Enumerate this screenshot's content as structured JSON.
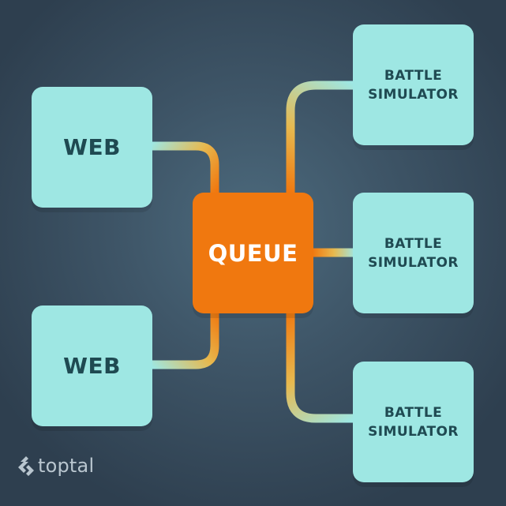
{
  "diagram": {
    "nodes": [
      {
        "id": "web1",
        "kind": "web",
        "label": "WEB"
      },
      {
        "id": "web2",
        "kind": "web",
        "label": "WEB"
      },
      {
        "id": "queue",
        "kind": "queue",
        "label": "QUEUE"
      },
      {
        "id": "sim1",
        "kind": "simulator",
        "label": "BATTLE SIMULATOR"
      },
      {
        "id": "sim2",
        "kind": "simulator",
        "label": "BATTLE SIMULATOR"
      },
      {
        "id": "sim3",
        "kind": "simulator",
        "label": "BATTLE SIMULATOR"
      }
    ],
    "edges": [
      {
        "from": "web1",
        "to": "queue"
      },
      {
        "from": "web2",
        "to": "queue"
      },
      {
        "from": "queue",
        "to": "sim1"
      },
      {
        "from": "queue",
        "to": "sim2"
      },
      {
        "from": "queue",
        "to": "sim3"
      }
    ]
  },
  "colors": {
    "node_fill": "#9ee7e3",
    "queue_fill": "#f0780f",
    "connector_teal": "#9ee7e3",
    "connector_orange": "#f0780f",
    "connector_mid": "#e7b94f",
    "label_text": "#1f4a52",
    "background": "#3e5567"
  },
  "brand": {
    "logo_text": "toptal",
    "logo_icon": "toptal-logo-icon"
  }
}
